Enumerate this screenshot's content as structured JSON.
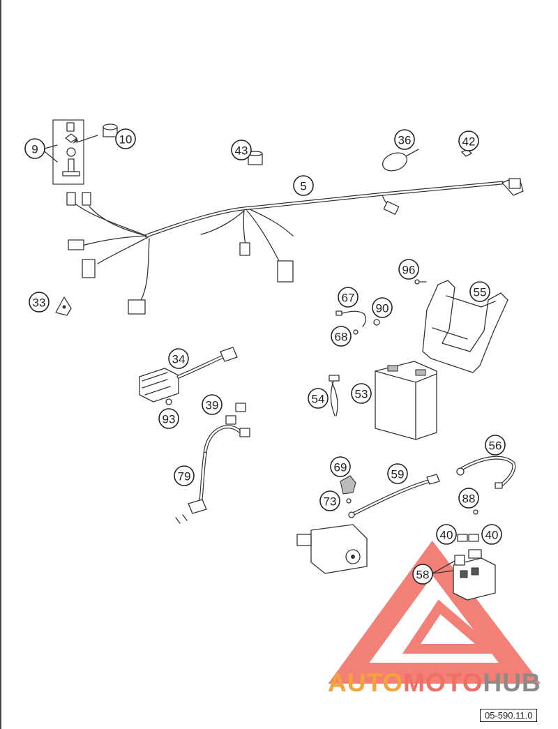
{
  "diagram": {
    "callouts": [
      "9",
      "10",
      "43",
      "5",
      "36",
      "42",
      "33",
      "96",
      "55",
      "67",
      "90",
      "68",
      "34",
      "54",
      "53",
      "93",
      "39",
      "79",
      "56",
      "69",
      "59",
      "73",
      "88",
      "40",
      "40",
      "58"
    ],
    "ref_code": "05-590.11.0"
  },
  "watermark": {
    "part1": "AUTO",
    "part2": "MOTO",
    "part3": "HUB",
    "colors": [
      "#f4a23a",
      "#ef6f64",
      "#8a8a8a"
    ]
  }
}
